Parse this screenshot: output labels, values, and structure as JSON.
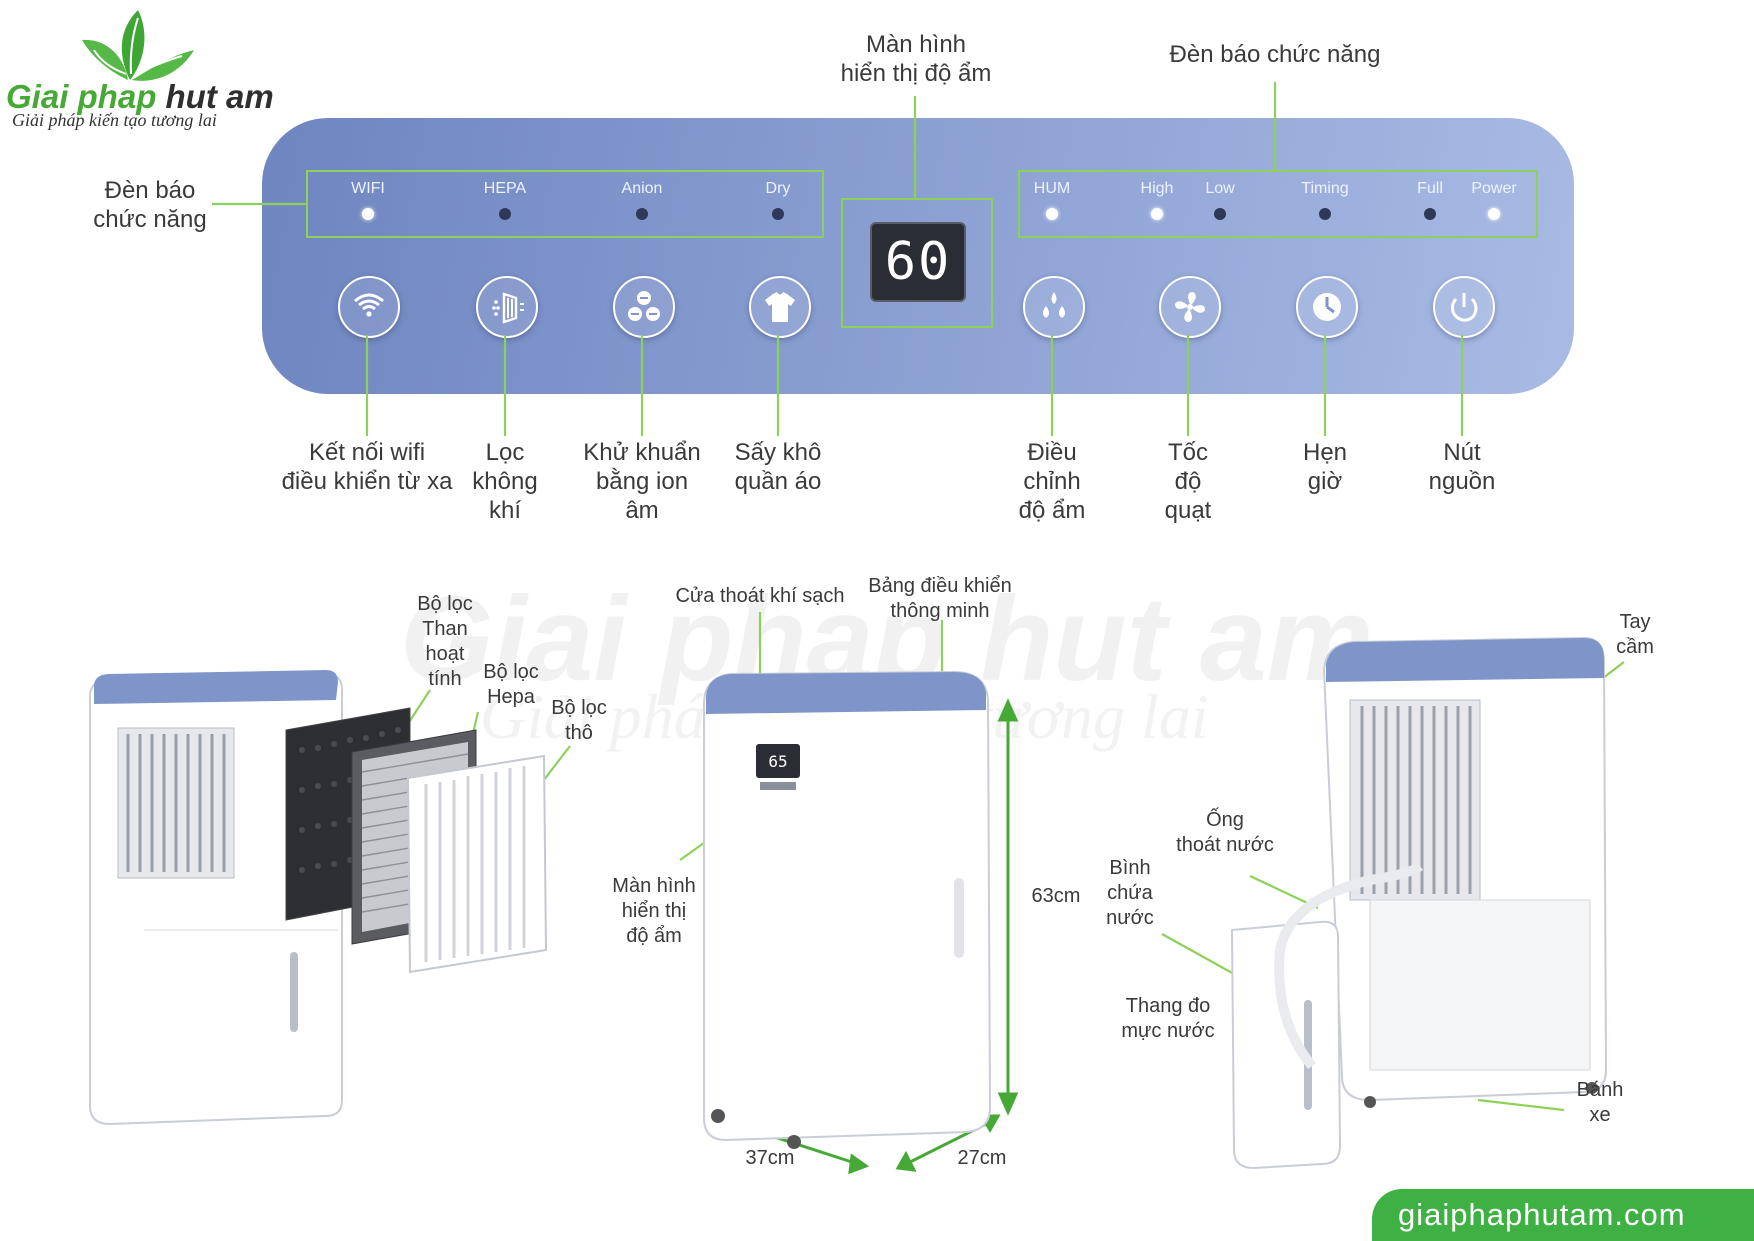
{
  "logo": {
    "brand_green": "Giai phap",
    "brand_dark": " hut am",
    "tagline": "Giải pháp kiến tạo tương lai"
  },
  "watermark": {
    "main": "Giai phap hut am",
    "sub": "Giải pháp kiến tạo tương lai"
  },
  "panel": {
    "display_value": "60",
    "display_title": "Màn hình\nhiển thị độ ẩm",
    "left_indicator_title": "Đèn báo\nchức năng",
    "right_indicator_title": "Đèn báo chức năng",
    "left_indicators": [
      {
        "label": "WIFI",
        "state": "on"
      },
      {
        "label": "HEPA",
        "state": "off"
      },
      {
        "label": "Anion",
        "state": "off"
      },
      {
        "label": "Dry",
        "state": "off"
      }
    ],
    "right_indicators": [
      {
        "label": "HUM",
        "state": "on"
      },
      {
        "label": "High",
        "state": "on"
      },
      {
        "label": "Low",
        "state": "off"
      },
      {
        "label": "Timing",
        "state": "off"
      },
      {
        "label": "Full",
        "state": "off"
      },
      {
        "label": "Power",
        "state": "on"
      }
    ],
    "buttons": [
      {
        "icon": "wifi-icon",
        "label": "Kết nối wifi\nđiều khiển từ xa"
      },
      {
        "icon": "air-filter-icon",
        "label": "Lọc\nkhông\nkhí"
      },
      {
        "icon": "ion-icon",
        "label": "Khử khuẩn\nbằng ion\nâm"
      },
      {
        "icon": "shirt-icon",
        "label": "Sấy khô\nquần áo"
      },
      {
        "icon": "water-drops-icon",
        "label": "Điều\nchỉnh\nđộ ẩm"
      },
      {
        "icon": "fan-icon",
        "label": "Tốc\nđộ\nquạt"
      },
      {
        "icon": "clock-icon",
        "label": "Hẹn\ngiờ"
      },
      {
        "icon": "power-icon",
        "label": "Nút\nnguồn"
      }
    ]
  },
  "left_unit": {
    "labels": [
      "Bộ lọc\nThan\nhoạt\ntính",
      "Bộ lọc\nHepa",
      "Bộ lọc\nthô"
    ]
  },
  "center_unit": {
    "display_value": "65",
    "outlet_label": "Cửa thoát khí sạch",
    "panel_label": "Bảng điều khiển\nthông minh",
    "screen_label": "Màn hình\nhiển thị\nđộ ẩm",
    "height": "63cm",
    "width": "37cm",
    "depth": "27cm"
  },
  "right_unit": {
    "handle_label": "Tay\ncầm",
    "hose_label": "Ống\nthoát nước",
    "tank_label": "Bình\nchứa\nnước",
    "gauge_label": "Thang đo\nmực nước",
    "wheel_label": "Bánh\nxe"
  },
  "footer": {
    "url": "giaiphaphutam.com"
  },
  "colors": {
    "accent_green": "#8ed15a",
    "brand_green": "#46a935",
    "panel_blue": "#8ea2d4",
    "url_green": "#3fb144"
  }
}
